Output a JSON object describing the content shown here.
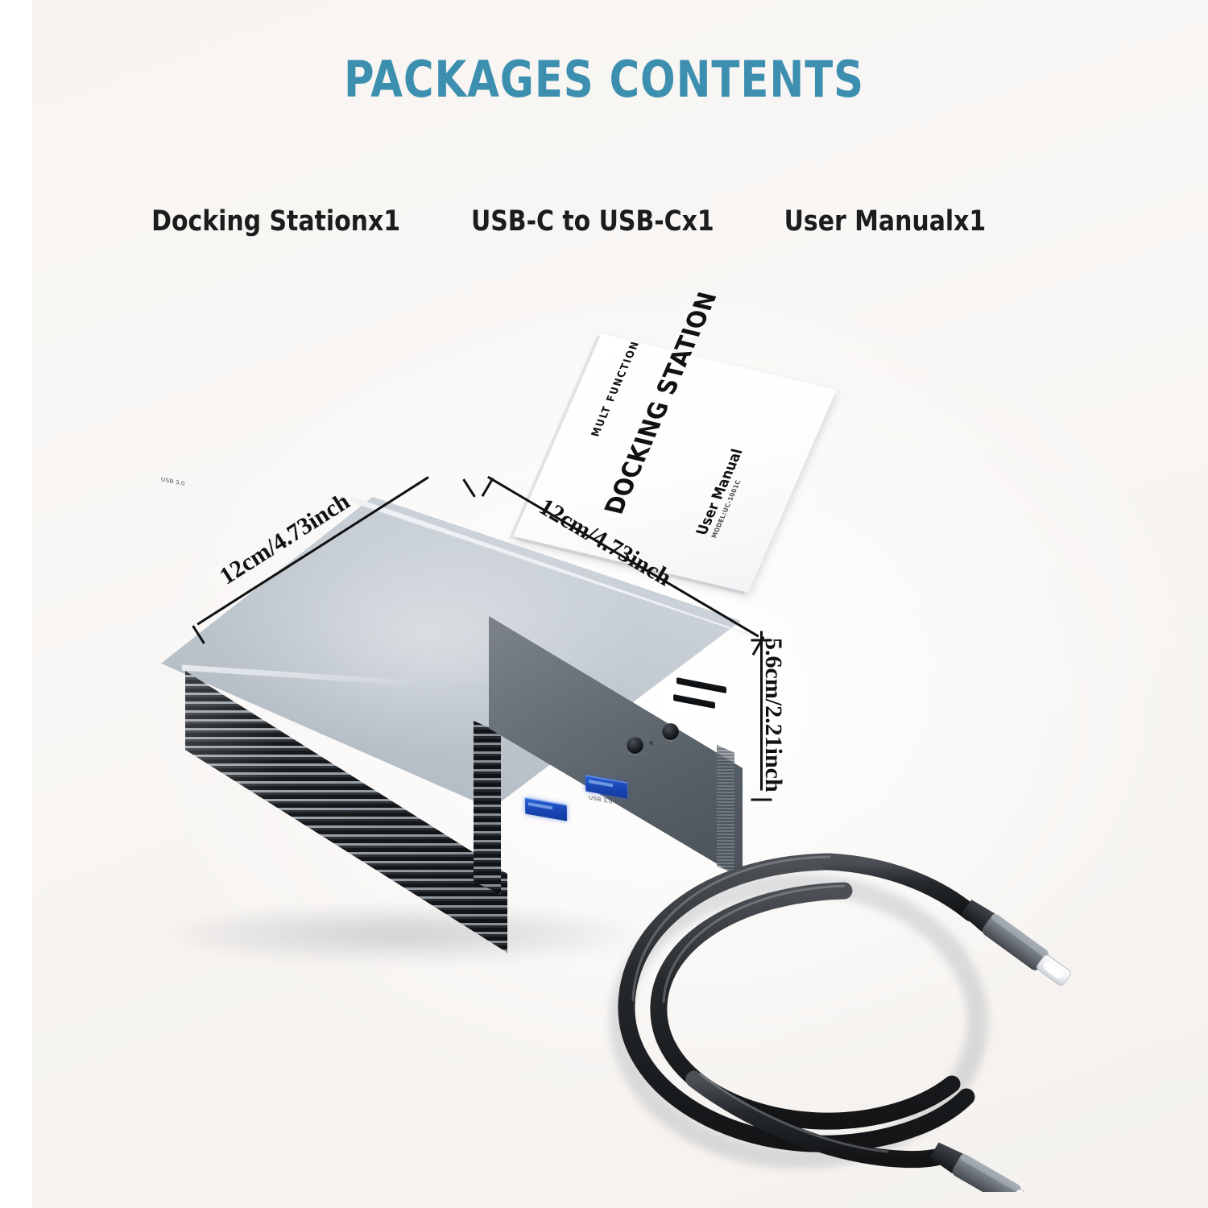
{
  "page": {
    "title": "PACKAGES CONTENTS",
    "title_color": "#3d8fb0",
    "background_color": "#faf8f6"
  },
  "items": [
    {
      "label": "Docking Stationx1"
    },
    {
      "label": "USB-C to USB-Cx1"
    },
    {
      "label": "User Manualx1"
    }
  ],
  "dimensions": {
    "width_left": "12cm/4.73inch",
    "width_right": "12cm/4.73inch",
    "height": "5.6cm/2.21inch"
  },
  "manual": {
    "subtitle": "MULT FUNCTION",
    "title": "DOCKING STATION",
    "label": "User Manual",
    "model": "MODEL:UC-1001C"
  },
  "device": {
    "name": "docking-station",
    "body_color": "#626a72",
    "top_color": "#c3cad2",
    "fin_color": "#16191c",
    "ports": [
      {
        "name": "usb-a-port-1",
        "type": "usb-3.0",
        "label": "USB 3.0",
        "color": "#1b49b8"
      },
      {
        "name": "usb-a-port-2",
        "type": "usb-3.0",
        "label": "USB 3.0",
        "color": "#1b49b8"
      },
      {
        "name": "audio-jack-mic",
        "type": "3.5mm"
      },
      {
        "name": "audio-jack-headphone",
        "type": "3.5mm"
      },
      {
        "name": "led-indicator",
        "type": "led"
      },
      {
        "name": "sd-card-slot",
        "type": "sd"
      },
      {
        "name": "microsd-card-slot",
        "type": "microsd"
      }
    ]
  },
  "cable": {
    "name": "usb-c-to-usb-c-cable",
    "jacket_color": "#222427",
    "connector_color": "#6e757c",
    "tip_color": "#f2f4f6",
    "connectors": 2
  }
}
